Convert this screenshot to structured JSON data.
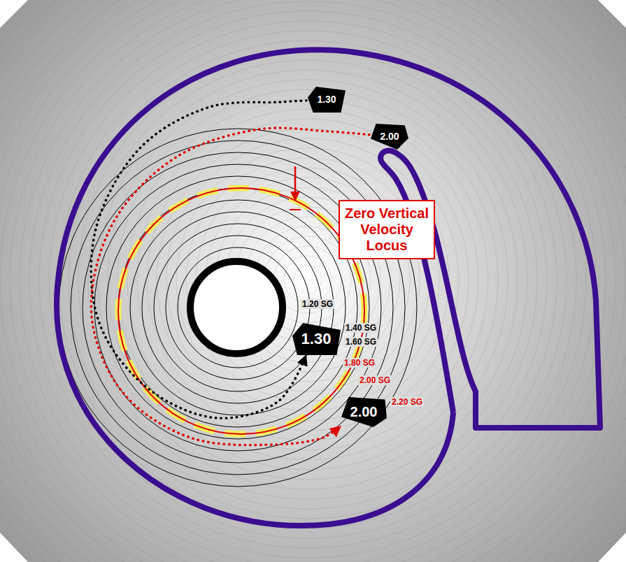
{
  "diagram": {
    "nodes": [
      {
        "text": [
          "1.30"
        ]
      },
      {
        "text": [
          "2.00"
        ]
      },
      {
        "text": [
          "Zero Vertical Velocity Locus"
        ]
      },
      {
        "text": [
          "1.30"
        ]
      },
      {
        "text": [
          "2.00"
        ]
      }
    ],
    "edges": [
      {
        "from": 0,
        "to": 3,
        "arrow": "to"
      },
      {
        "from": 1,
        "to": 4,
        "arrow": "to"
      }
    ],
    "labels": [
      "1.20 SG",
      "1.40 SG",
      "1.60 SG",
      "1.80 SG",
      "2.00 SG",
      "2.20 SG"
    ]
  }
}
